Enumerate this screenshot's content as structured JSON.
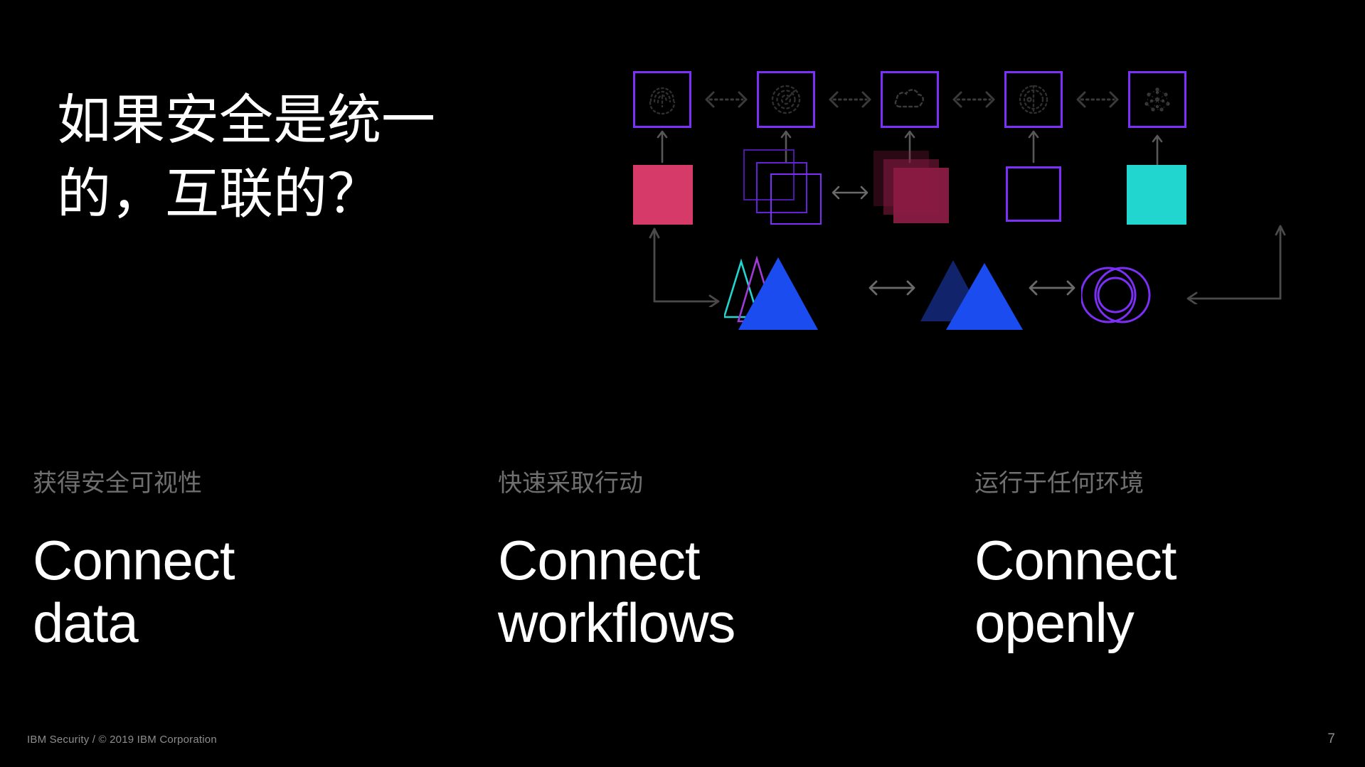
{
  "slide": {
    "background_color": "#000000",
    "title_lines": [
      "如果安全是统一",
      "的，互联的？"
    ],
    "page_number": "7",
    "footer": "IBM Security / © 2019 IBM Corporation"
  },
  "palette": {
    "purple": "#7b2ff7",
    "pink": "#d63a68",
    "crimson": "#8a1b42",
    "teal": "#21d6cf",
    "blue": "#1a4cf0",
    "navy": "#11246b",
    "gray_arrow": "#3d3d3d",
    "gray_text": "#6f6f6f",
    "white": "#ffffff"
  },
  "diagram": {
    "name": "connected-security-diagram",
    "row_top": {
      "boxes": [
        {
          "icon": "fingerprint-icon",
          "label": "identity"
        },
        {
          "icon": "radar-target-icon",
          "label": "detection"
        },
        {
          "icon": "cloud-icon",
          "label": "cloud"
        },
        {
          "icon": "gear-dial-icon",
          "label": "operations"
        },
        {
          "icon": "network-nodes-icon",
          "label": "network"
        }
      ],
      "connectors": [
        "dotted-double-arrow",
        "dotted-double-arrow",
        "dotted-double-arrow",
        "dotted-double-arrow"
      ]
    },
    "row_middle": {
      "shapes": [
        {
          "type": "solid-square",
          "color": "#d63a68"
        },
        {
          "type": "stacked-outline-squares",
          "color": "#7b2ff7",
          "count": 3
        },
        {
          "type": "stacked-translucent-squares",
          "color": "#8a1b42",
          "count": 3
        },
        {
          "type": "outline-square",
          "color": "#7b2ff7"
        },
        {
          "type": "solid-square",
          "color": "#21d6cf"
        }
      ],
      "connectors": [
        "double-arrow"
      ]
    },
    "row_bottom": {
      "shapes": [
        {
          "type": "triangle-group",
          "colors": [
            "#21d6cf",
            "#7b2ff7",
            "#1a4cf0"
          ]
        },
        {
          "type": "triangle-pair",
          "colors": [
            "#11246b",
            "#1a4cf0"
          ]
        },
        {
          "type": "overlapping-circles",
          "color": "#7b2ff7",
          "count": 3
        }
      ],
      "connectors": [
        "double-arrow",
        "double-arrow",
        "elbow-arrow-left",
        "elbow-arrow-right"
      ]
    }
  },
  "columns": [
    {
      "kicker": "获得安全可视性",
      "heading_lines": [
        "Connect",
        "data"
      ]
    },
    {
      "kicker": "快速采取行动",
      "heading_lines": [
        "Connect",
        "workflows"
      ]
    },
    {
      "kicker": "运行于任何环境",
      "heading_lines": [
        "Connect",
        "openly"
      ]
    }
  ]
}
